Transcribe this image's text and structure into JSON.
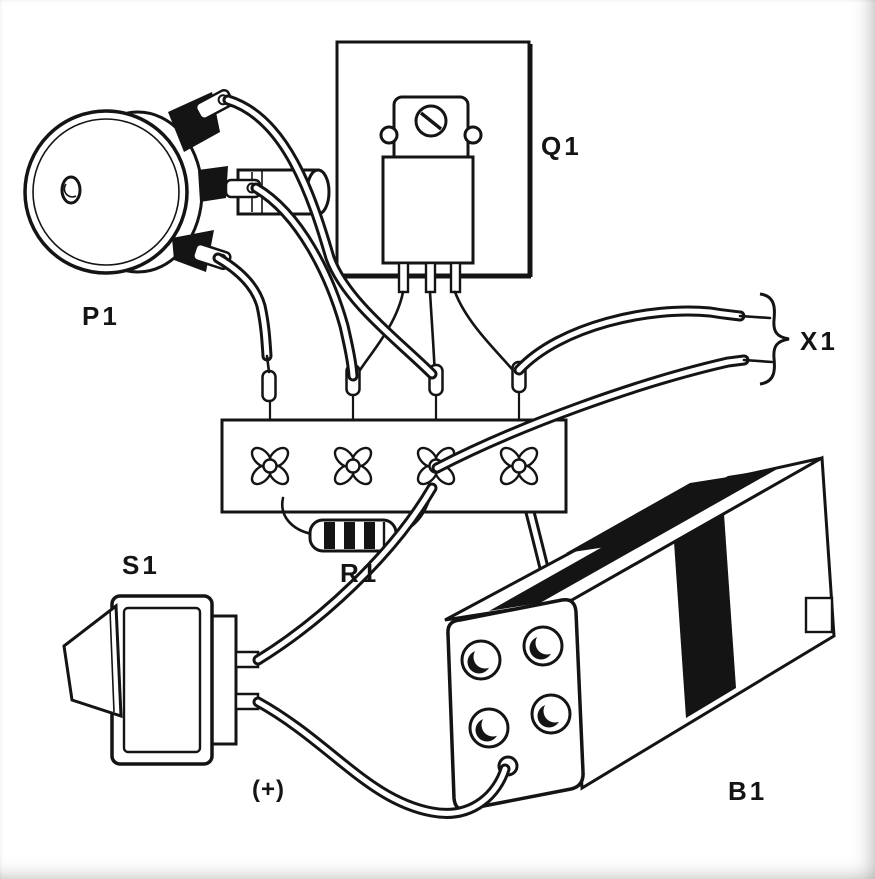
{
  "figure": {
    "type": "assembly-wiring-diagram",
    "labels": {
      "potentiometer": "P1",
      "transistor": "Q1",
      "output_wires": "X1",
      "resistor": "R1",
      "switch": "S1",
      "battery": "B1",
      "polarity": "(+)"
    },
    "colors": {
      "ink": "#141414",
      "paper": "#ffffff"
    }
  }
}
